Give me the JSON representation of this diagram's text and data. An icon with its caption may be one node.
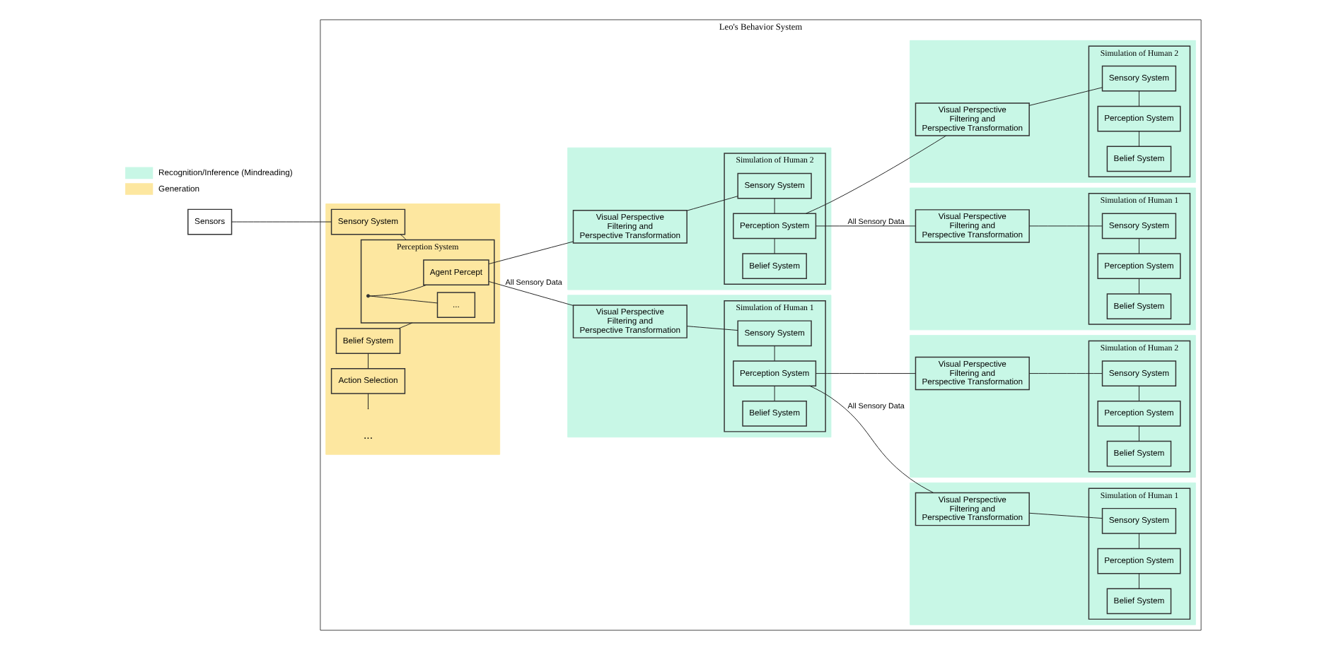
{
  "diagram": {
    "nodes": [
      {
        "text": [
          "Sensors"
        ]
      },
      {
        "text": [
          "Leo's Behavior System"
        ]
      },
      {
        "text": [],
        "shape": "box",
        "in": 1
      },
      {
        "text": [
          "Sensory System"
        ],
        "in": 2
      },
      {
        "text": [
          "Perception System"
        ],
        "in": 2
      },
      {
        "text": [
          "..."
        ],
        "in": 4
      },
      {
        "text": [
          "Agent Percept"
        ],
        "in": 4
      },
      {
        "text": [
          "Belief System"
        ],
        "in": 2
      },
      {
        "text": [
          "Action Selection"
        ],
        "in": 2
      },
      {
        "text": [],
        "shape": "box",
        "in": 1
      },
      {
        "text": [
          "Visual Perspective Filtering and Perspective Transformation"
        ],
        "in": 9
      },
      {
        "text": [
          "Simulation of Human 1"
        ],
        "in": 9
      },
      {
        "text": [
          "Sensory System"
        ],
        "in": 11
      },
      {
        "text": [
          "Perception System"
        ],
        "in": 11
      },
      {
        "text": [
          "Belief System"
        ],
        "in": 11
      },
      {
        "text": [],
        "shape": "box",
        "in": 1
      },
      {
        "text": [
          "Visual Perspective Filtering and Perspective Transformation"
        ],
        "in": 15
      },
      {
        "text": [
          "Simulation of Human 2"
        ],
        "in": 15
      },
      {
        "text": [
          "Sensory System"
        ],
        "in": 17
      },
      {
        "text": [
          "Perception System"
        ],
        "in": 17
      },
      {
        "text": [
          "Belief System"
        ],
        "in": 17
      },
      {
        "text": [],
        "shape": "box",
        "in": 1
      },
      {
        "text": [
          "Visual Perspective Filtering and Perspective Transformation"
        ],
        "in": 21
      },
      {
        "text": [
          "Simulation of Human 1"
        ],
        "in": 21
      },
      {
        "text": [
          "Sensory System"
        ],
        "in": 23
      },
      {
        "text": [
          "Perception System"
        ],
        "in": 23
      },
      {
        "text": [
          "Belief System"
        ],
        "in": 23
      },
      {
        "text": [],
        "shape": "box",
        "in": 1
      },
      {
        "text": [
          "Visual Perspective Filtering and Perspective Transformation"
        ],
        "in": 27
      },
      {
        "text": [
          "Simulation of Human 2"
        ],
        "in": 27
      },
      {
        "text": [
          "Sensory System"
        ],
        "in": 29
      },
      {
        "text": [
          "Perception System"
        ],
        "in": 29
      },
      {
        "text": [
          "Belief System"
        ],
        "in": 29
      },
      {
        "text": [],
        "shape": "box",
        "in": 1
      },
      {
        "text": [
          "Visual Perspective Filtering and Perspective Transformation"
        ],
        "in": 33
      },
      {
        "text": [
          "Simulation of Human 1"
        ],
        "in": 33
      },
      {
        "text": [
          "Sensory System"
        ],
        "in": 35
      },
      {
        "text": [
          "Perception System"
        ],
        "in": 35
      },
      {
        "text": [
          "Belief System"
        ],
        "in": 35
      },
      {
        "text": [],
        "shape": "box",
        "in": 1
      },
      {
        "text": [
          "Visual Perspective Filtering and Perspective Transformation"
        ],
        "in": 39
      },
      {
        "text": [
          "Simulation of Human 2"
        ],
        "in": 39
      },
      {
        "text": [
          "Sensory System"
        ],
        "in": 41
      },
      {
        "text": [
          "Perception System"
        ],
        "in": 41
      },
      {
        "text": [
          "Belief System"
        ],
        "in": 41
      }
    ],
    "edges": [
      {
        "from": 0,
        "to": 3,
        "arrow": "none"
      },
      {
        "from": 3,
        "to": 4,
        "arrow": "none"
      },
      {
        "from": 4,
        "to": 7,
        "arrow": "none"
      },
      {
        "from": 7,
        "to": 8,
        "arrow": "none"
      },
      {
        "from": 8,
        "to": null,
        "arrow": "none"
      },
      {
        "from": 4,
        "to": 5,
        "arrow": "none"
      },
      {
        "from": 4,
        "to": 6,
        "arrow": "none"
      },
      {
        "from": 6,
        "to": 10,
        "label": "All Sensory Data",
        "arrow": "none"
      },
      {
        "from": 6,
        "to": 16,
        "arrow": "none"
      },
      {
        "from": 10,
        "to": 12,
        "arrow": "none"
      },
      {
        "from": 12,
        "to": 13,
        "arrow": "none"
      },
      {
        "from": 13,
        "to": 14,
        "arrow": "none"
      },
      {
        "from": 16,
        "to": 18,
        "arrow": "none"
      },
      {
        "from": 18,
        "to": 19,
        "arrow": "none"
      },
      {
        "from": 19,
        "to": 20,
        "arrow": "none"
      },
      {
        "from": 13,
        "to": 22,
        "label": "All Sensory Data",
        "arrow": "none"
      },
      {
        "from": 13,
        "to": 28,
        "arrow": "none"
      },
      {
        "from": 19,
        "to": 34,
        "label": "All Sensory Data",
        "arrow": "none"
      },
      {
        "from": 19,
        "to": 40,
        "arrow": "none"
      },
      {
        "from": 22,
        "to": 24,
        "arrow": "none"
      },
      {
        "from": 24,
        "to": 25,
        "arrow": "none"
      },
      {
        "from": 25,
        "to": 26,
        "arrow": "none"
      },
      {
        "from": 28,
        "to": 30,
        "arrow": "none"
      },
      {
        "from": 30,
        "to": 31,
        "arrow": "none"
      },
      {
        "from": 31,
        "to": 32,
        "arrow": "none"
      },
      {
        "from": 34,
        "to": 36,
        "arrow": "none"
      },
      {
        "from": 36,
        "to": 37,
        "arrow": "none"
      },
      {
        "from": 37,
        "to": 38,
        "arrow": "none"
      },
      {
        "from": 40,
        "to": 42,
        "arrow": "none"
      },
      {
        "from": 42,
        "to": 43,
        "arrow": "none"
      },
      {
        "from": 43,
        "to": 44,
        "arrow": "none"
      }
    ],
    "labels": [
      "..."
    ],
    "legend": [
      {
        "text": "Recognition/Inference (Mindreading)",
        "color": "#c8f7e6"
      },
      {
        "text": "Generation",
        "color": "#fde7a0"
      }
    ]
  }
}
